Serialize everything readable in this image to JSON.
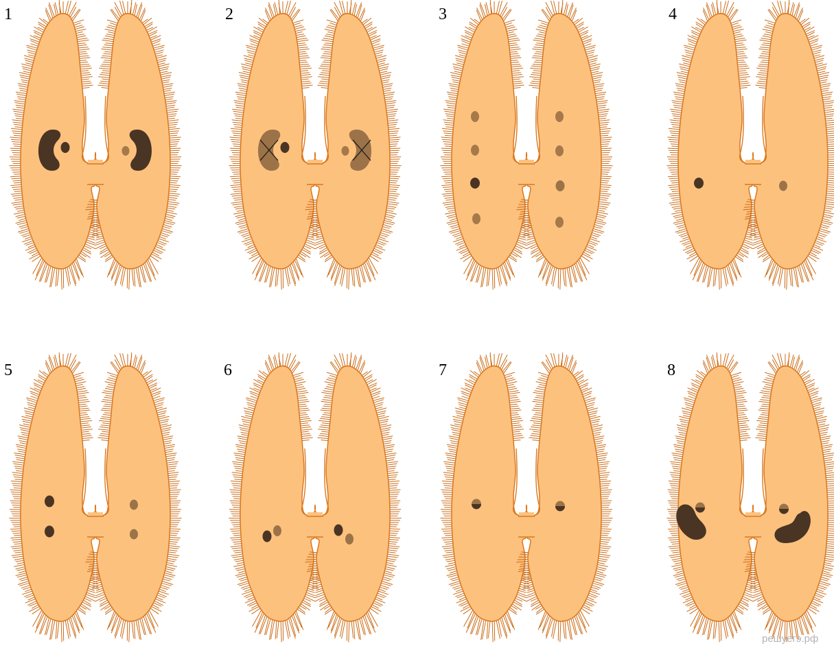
{
  "colors": {
    "body_fill": "#FDC17E",
    "body_outline": "#D9781E",
    "cilia": "#CB6A14",
    "nucleus_dark": "#4A3524",
    "nucleus_medium": "#9C7348",
    "nucleus_light": "#A6794A",
    "cross": "#1a1a1a"
  },
  "panels": [
    {
      "number": "1",
      "stage": "macronuclei-and-micronuclei"
    },
    {
      "number": "2",
      "stage": "macronuclei-degenerating"
    },
    {
      "number": "3",
      "stage": "four-micronuclei-each"
    },
    {
      "number": "4",
      "stage": "one-micronucleus-each"
    },
    {
      "number": "5",
      "stage": "two-micronuclei-each"
    },
    {
      "number": "6",
      "stage": "micronuclei-paired"
    },
    {
      "number": "7",
      "stage": "fused-nuclei"
    },
    {
      "number": "8",
      "stage": "new-macronuclei"
    }
  ],
  "watermark": "решуегэ.рф"
}
